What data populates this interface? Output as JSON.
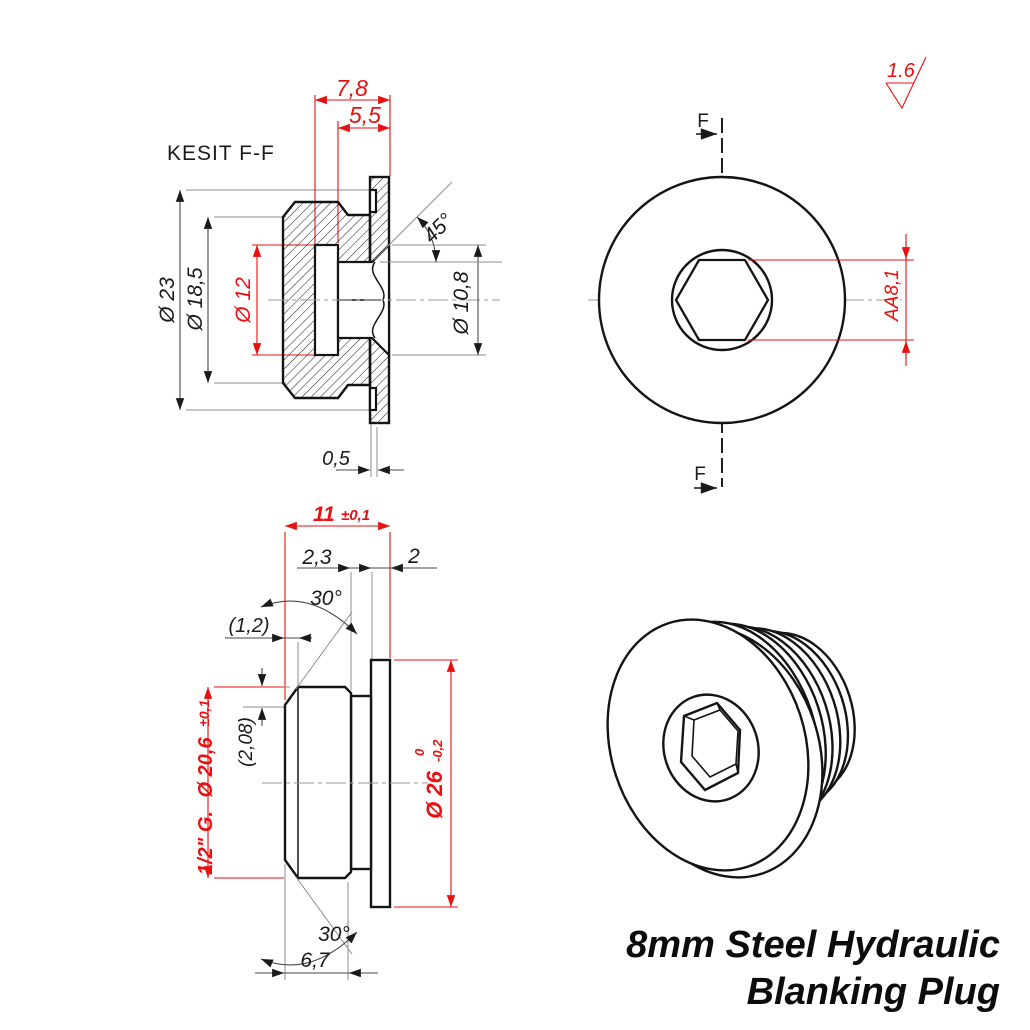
{
  "colors": {
    "background": "#ffffff",
    "outline": "#141414",
    "dimension": "#4a4a4a",
    "extension": "#8e8e8e",
    "accent_red": "#e81010"
  },
  "section_view": {
    "label": "KESIT F-F",
    "width_total": "7,8",
    "width_inner": "5,5",
    "chamfer_angle": "45°",
    "dia_opening": "Ø 10,8",
    "dia_outer": "Ø 23",
    "dia_shoulder": "Ø 18,5",
    "dia_counterbore": "Ø 12",
    "step": "0,5"
  },
  "front_view": {
    "section_letter_top": "F",
    "section_letter_bottom": "F",
    "hex_across_flats": "AA8,1",
    "surface_finish": "1.6"
  },
  "side_view": {
    "length": "11",
    "length_tol": "±0,1",
    "groove_width": "2,3",
    "flange_width": "2",
    "chamfer_angle_top": "30°",
    "chamfer_angle_bottom": "30°",
    "chamfer_width": "(1,2)",
    "thread_pitch": "(2,08)",
    "thread_label": "1/2\" G.",
    "dia_thread": "Ø 20,6",
    "dia_thread_tol": "±0,1",
    "dia_flange": "Ø 26",
    "dia_flange_tol_upper": "0",
    "dia_flange_tol_lower": "-0,2",
    "thread_length": "6,7"
  },
  "title": {
    "line1": "8mm Steel Hydraulic",
    "line2": "Blanking Plug"
  }
}
